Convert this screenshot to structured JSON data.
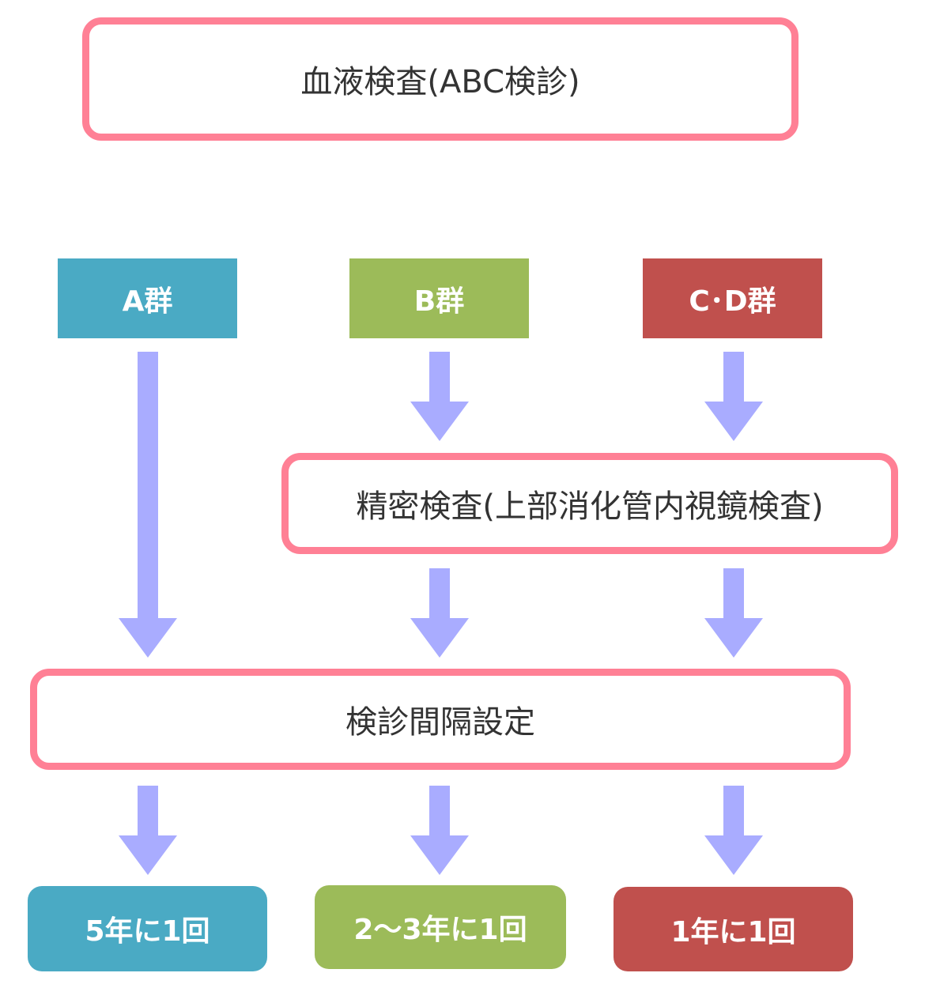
{
  "colors": {
    "outline": "#ff8095",
    "arrow": "#a9acff",
    "group_a": "#4aaac4",
    "group_b": "#9cbb59",
    "group_cd": "#c0504d"
  },
  "diagram": {
    "top": {
      "label": "血液検査(ABC検診)"
    },
    "groups": [
      {
        "label": "A群"
      },
      {
        "label": "B群"
      },
      {
        "label": "C･D群"
      }
    ],
    "detail_exam": {
      "label": "精密検査(上部消化管内視鏡検査)"
    },
    "interval": {
      "label": "検診間隔設定"
    },
    "results": [
      {
        "label": "5年に1回"
      },
      {
        "label": "2〜3年に1回"
      },
      {
        "label": "1年に1回"
      }
    ]
  }
}
